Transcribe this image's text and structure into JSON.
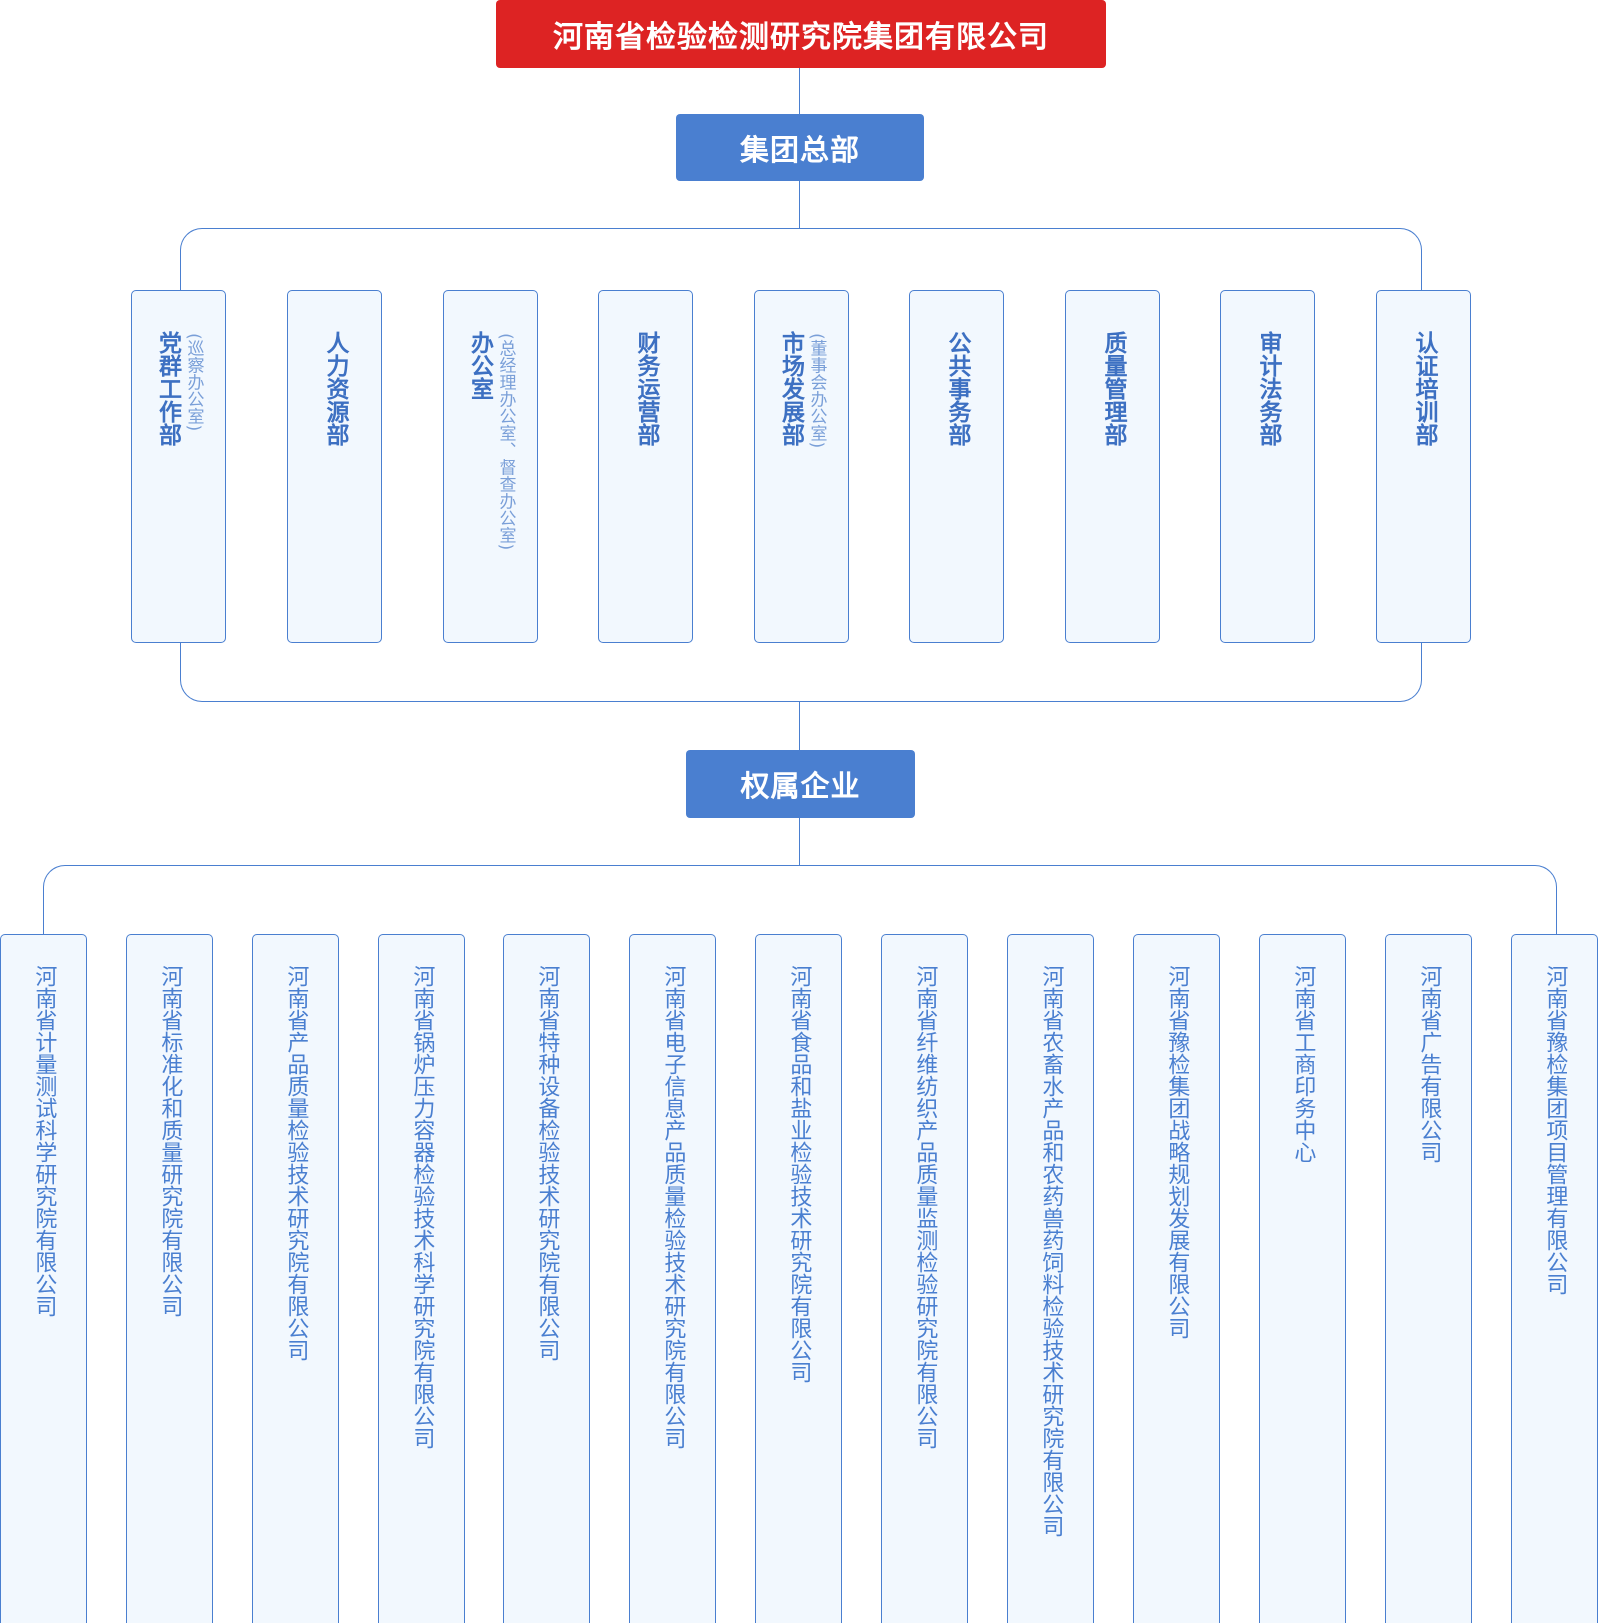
{
  "root": {
    "title": "河南省检验检测研究院集团有限公司"
  },
  "headquarters": {
    "title": "集团总部",
    "departments": [
      {
        "name": "党群工作部",
        "note": "(巡察办公室)"
      },
      {
        "name": "人力资源部",
        "note": ""
      },
      {
        "name": "办公室",
        "note": "(总经理办公室、督查办公室)"
      },
      {
        "name": "财务运营部",
        "note": ""
      },
      {
        "name": "市场发展部",
        "note": "(董事会办公室)"
      },
      {
        "name": "公共事务部",
        "note": ""
      },
      {
        "name": "质量管理部",
        "note": ""
      },
      {
        "name": "审计法务部",
        "note": ""
      },
      {
        "name": "认证培训部",
        "note": ""
      }
    ]
  },
  "subsidiaries": {
    "title": "权属企业",
    "companies": [
      "河南省计量测试科学研究院有限公司",
      "河南省标准化和质量研究院有限公司",
      "河南省产品质量检验技术研究院有限公司",
      "河南省锅炉压力容器检验技术科学研究院有限公司",
      "河南省特种设备检验技术研究院有限公司",
      "河南省电子信息产品质量检验技术研究院有限公司",
      "河南省食品和盐业检验技术研究院有限公司",
      "河南省纤维纺织产品质量监测检验研究院有限公司",
      "河南省农畜水产品和农药兽药饲料检验技术研究院有限公司",
      "河南省豫检集团战略规划发展有限公司",
      "河南省工商印务中心",
      "河南省广告有限公司",
      "河南省豫检集团项目管理有限公司"
    ]
  },
  "colors": {
    "root": "#dd2323",
    "accent": "#4a7fd0",
    "box_fill": "#f2f8fe"
  }
}
